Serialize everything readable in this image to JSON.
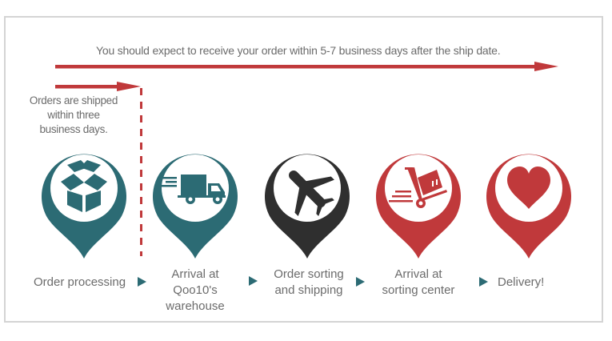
{
  "headline": "You should expect to receive your order within 5-7 business days after the ship date.",
  "note": [
    "Orders are shipped",
    "within three",
    "business days."
  ],
  "colors": {
    "teal": "#2c6b74",
    "dark": "#2f2f2f",
    "red": "#c0393b",
    "arrow": "#c0393b",
    "text": "#6b6b6b",
    "border": "#d4d4d4"
  },
  "steps": [
    {
      "id": "order-processing",
      "icon": "open-box-icon",
      "color": "teal",
      "label": [
        "Order processing"
      ]
    },
    {
      "id": "arrival-warehouse",
      "icon": "delivery-truck-icon",
      "color": "teal",
      "label": [
        "Arrival at",
        "Qoo10's",
        "warehouse"
      ]
    },
    {
      "id": "sorting-shipping",
      "icon": "airplane-icon",
      "color": "dark",
      "label": [
        "Order sorting",
        "and shipping"
      ]
    },
    {
      "id": "arrival-sorting-center",
      "icon": "hand-truck-icon",
      "color": "red",
      "label": [
        "Arrival at",
        "sorting center"
      ]
    },
    {
      "id": "delivery",
      "icon": "heart-icon",
      "color": "red",
      "label": [
        "Delivery!"
      ]
    }
  ],
  "separator_icon": "triangle-right-icon"
}
